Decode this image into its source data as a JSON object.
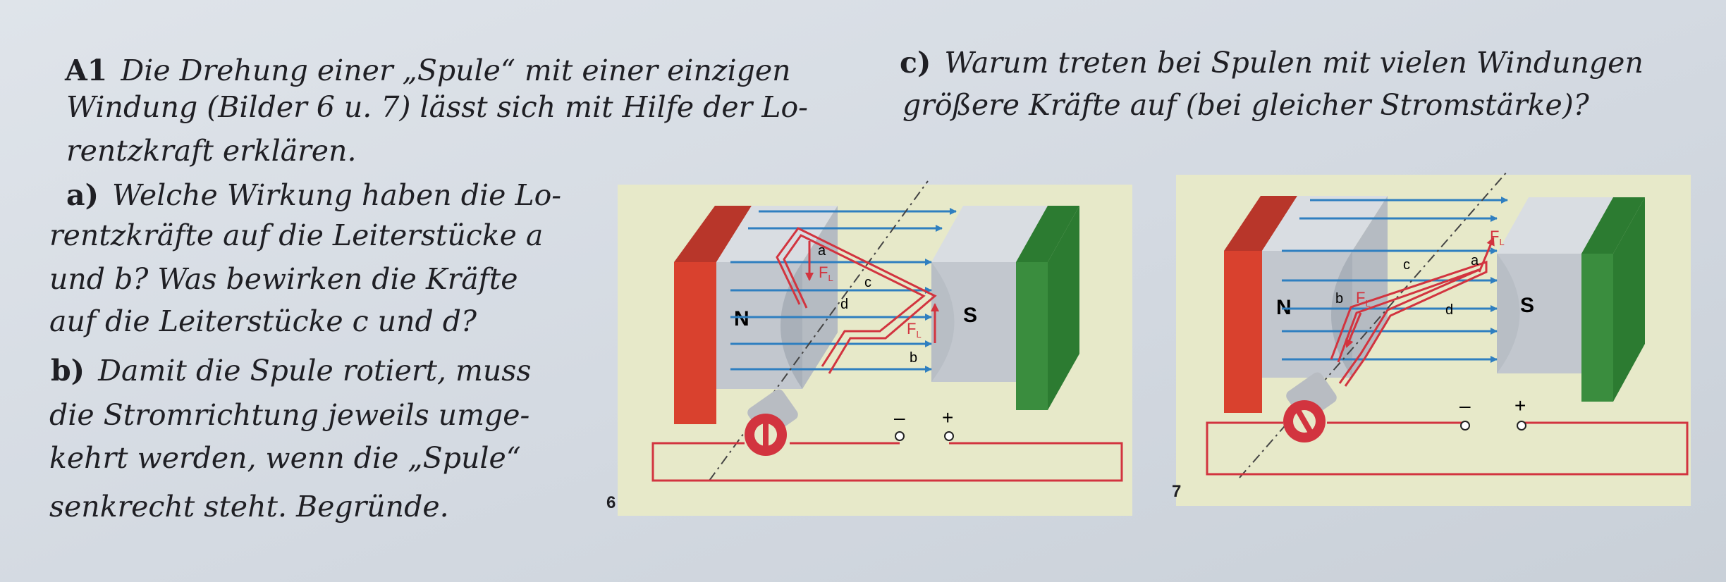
{
  "a1": {
    "label": "A1",
    "lines": [
      "Die Drehung einer „Spule“ mit einer einzigen",
      "Windung (Bilder 6 u. 7) lässt sich mit Hilfe der Lo-",
      "rentzkraft erklären."
    ]
  },
  "part_a": {
    "label": "a)",
    "lines": [
      "Welche Wirkung haben die Lo-",
      "rentzkräfte auf die Leiterstücke a",
      "und b? Was bewirken die Kräfte",
      "auf die Leiterstücke c und d?"
    ]
  },
  "part_b": {
    "label": "b)",
    "lines": [
      "Damit die Spule rotiert, muss",
      "die Stromrichtung jeweils umge-",
      "kehrt werden, wenn die „Spule“",
      "senkrecht steht. Begründe."
    ]
  },
  "part_c": {
    "label": "c)",
    "lines": [
      "Warum treten bei Spulen mit vielen Windungen",
      "größere Kräfte auf (bei gleicher Stromstärke)?"
    ]
  },
  "figure6": {
    "number": "6",
    "north": "N",
    "south": "S",
    "labels": {
      "a": "a",
      "b": "b",
      "c": "c",
      "d": "d",
      "force": "F",
      "force_sub": "L"
    },
    "minus": "–",
    "plus": "+"
  },
  "figure7": {
    "number": "7",
    "north": "N",
    "south": "S",
    "labels": {
      "a": "a",
      "b": "b",
      "c": "c",
      "d": "d",
      "force": "F",
      "force_sub": "L"
    },
    "minus": "–",
    "plus": "+"
  },
  "colors": {
    "north_magnet": "#d9412e",
    "south_magnet": "#3a8d3e",
    "field_lines": "#2f7fc0",
    "coil": "#d2343f",
    "figure_background": "#e7e9c9"
  }
}
